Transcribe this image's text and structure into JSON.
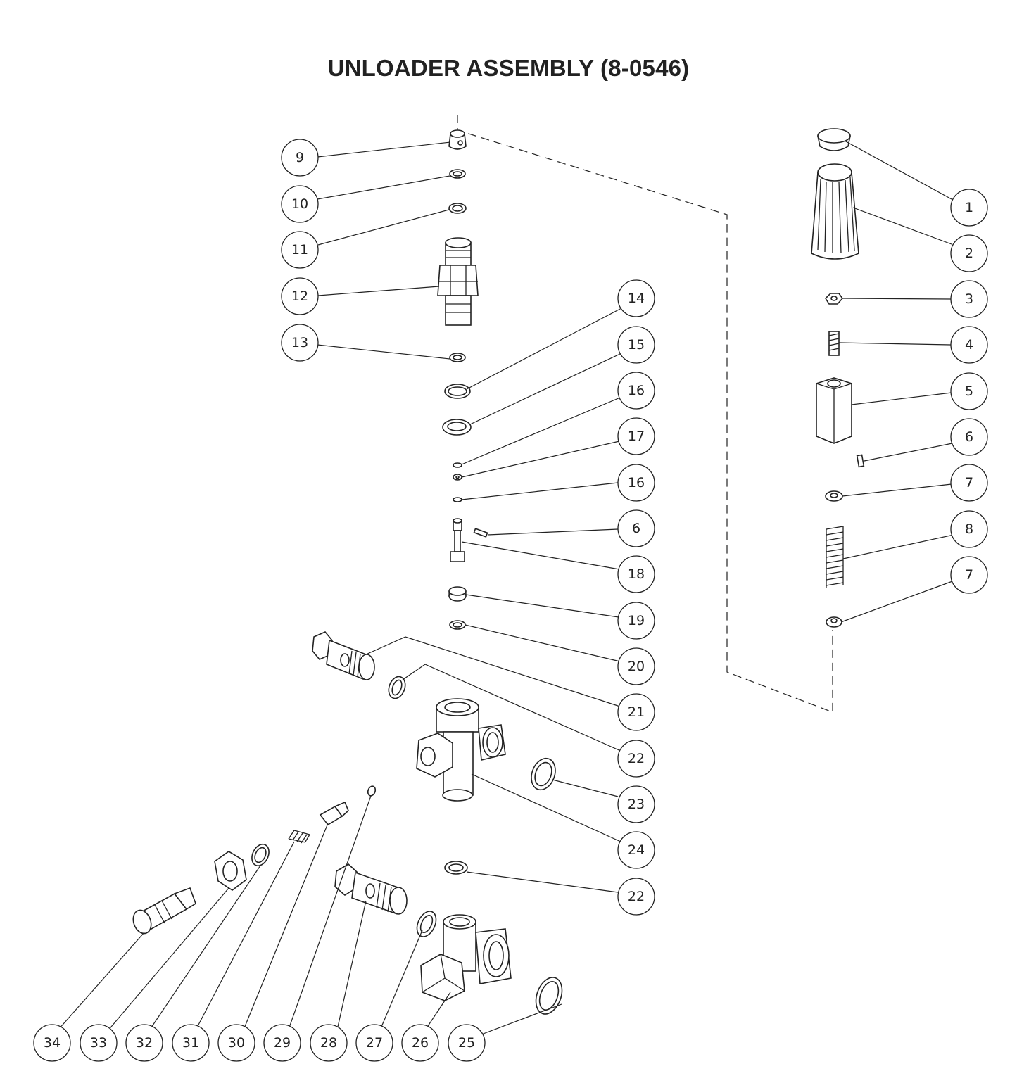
{
  "title": "UNLOADER ASSEMBLY (8-0546)",
  "callouts": [
    "1",
    "2",
    "3",
    "4",
    "5",
    "6",
    "7",
    "8",
    "7",
    "9",
    "10",
    "11",
    "12",
    "13",
    "14",
    "15",
    "16",
    "17",
    "16",
    "6",
    "18",
    "19",
    "20",
    "21",
    "22",
    "23",
    "24",
    "22",
    "34",
    "33",
    "32",
    "31",
    "30",
    "29",
    "28",
    "27",
    "26",
    "25"
  ]
}
